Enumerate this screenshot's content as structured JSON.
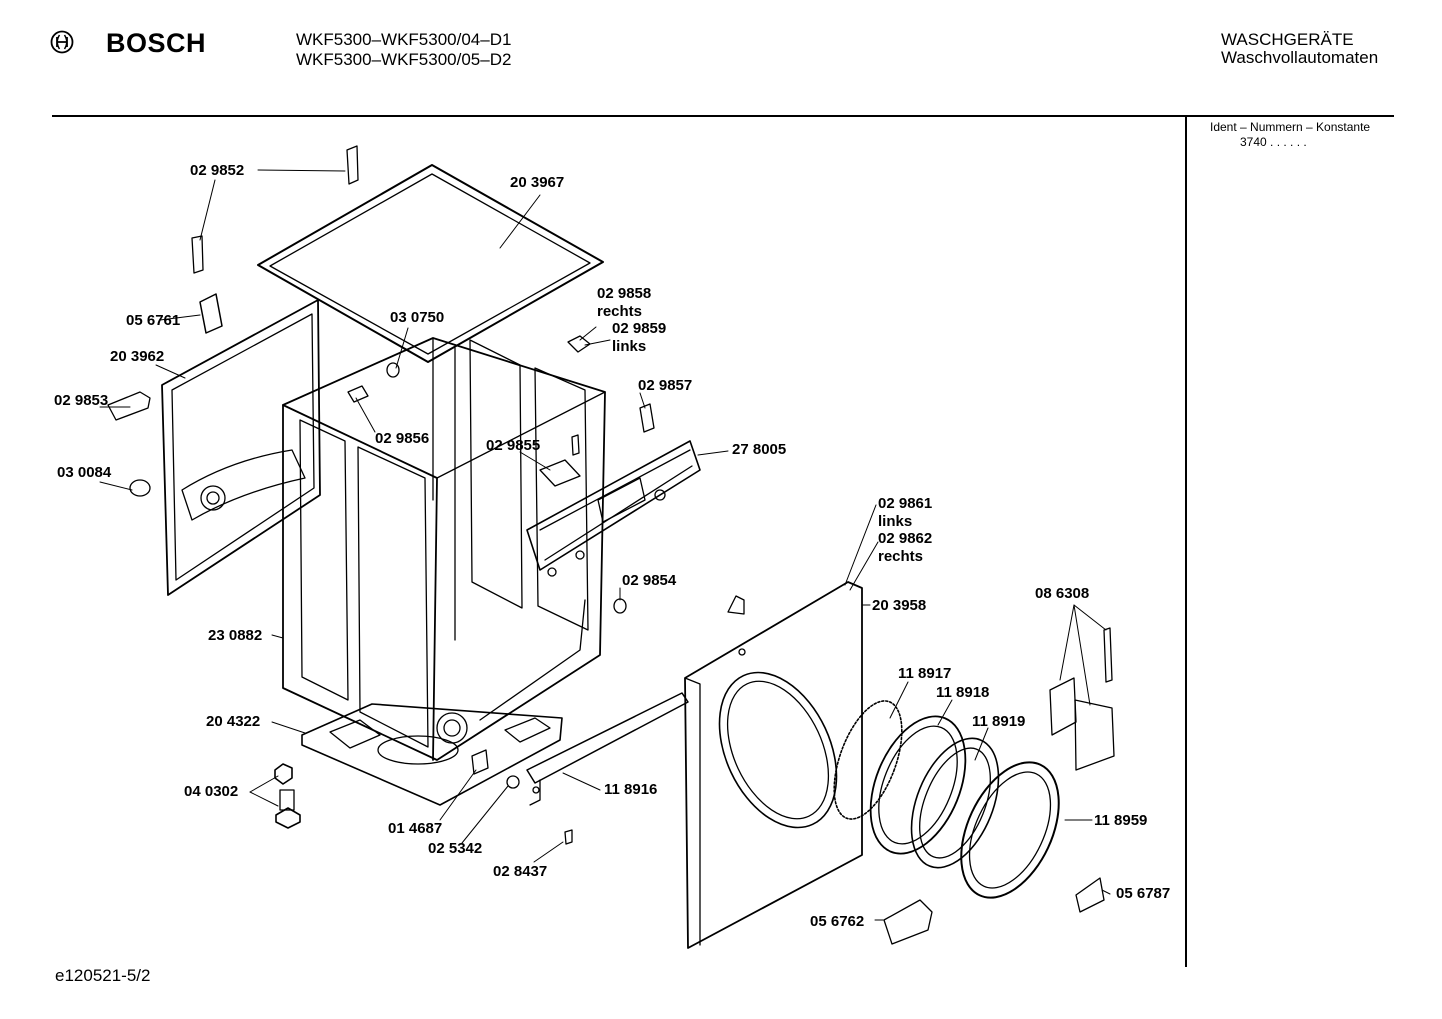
{
  "header": {
    "brand": "BOSCH",
    "model_line_1": "WKF5300–WKF5300/04–D1",
    "model_line_2": "WKF5300–WKF5300/05–D2",
    "category_line_1": "WASCHGERÄTE",
    "category_line_2": "Waschvollautomaten"
  },
  "ident": {
    "title": "Ident – Nummern – Konstante",
    "value": "3740 . . . . . ."
  },
  "footer": {
    "code": "e120521-5/2"
  },
  "parts": [
    {
      "id": "p029852",
      "number": "02 9852"
    },
    {
      "id": "p203967",
      "number": "20 3967"
    },
    {
      "id": "p056761",
      "number": "05 6761"
    },
    {
      "id": "p030750",
      "number": "03 0750"
    },
    {
      "id": "p029858",
      "number": "02 9858",
      "note": "rechts"
    },
    {
      "id": "p029859",
      "number": "02 9859",
      "note": "links"
    },
    {
      "id": "p203962",
      "number": "20 3962"
    },
    {
      "id": "p029853",
      "number": "02 9853"
    },
    {
      "id": "p029857",
      "number": "02 9857"
    },
    {
      "id": "p029856",
      "number": "02 9856"
    },
    {
      "id": "p029855",
      "number": "02 9855"
    },
    {
      "id": "p278005",
      "number": "27 8005"
    },
    {
      "id": "p030084",
      "number": "03 0084"
    },
    {
      "id": "p029861",
      "number": "02 9861",
      "note": "links"
    },
    {
      "id": "p029862",
      "number": "02 9862",
      "note": "rechts"
    },
    {
      "id": "p029854",
      "number": "02 9854"
    },
    {
      "id": "p203958",
      "number": "20 3958"
    },
    {
      "id": "p086308",
      "number": "08 6308"
    },
    {
      "id": "p230882",
      "number": "23 0882"
    },
    {
      "id": "p118917",
      "number": "11 8917"
    },
    {
      "id": "p118918",
      "number": "11 8918"
    },
    {
      "id": "p118919",
      "number": "11 8919"
    },
    {
      "id": "p204322",
      "number": "20 4322"
    },
    {
      "id": "p040302",
      "number": "04 0302"
    },
    {
      "id": "p118916",
      "number": "11 8916"
    },
    {
      "id": "p118959",
      "number": "11 8959"
    },
    {
      "id": "p014687",
      "number": "01 4687"
    },
    {
      "id": "p025342",
      "number": "02 5342"
    },
    {
      "id": "p028437",
      "number": "02 8437"
    },
    {
      "id": "p056787",
      "number": "05 6787"
    },
    {
      "id": "p056762",
      "number": "05 6762"
    }
  ]
}
